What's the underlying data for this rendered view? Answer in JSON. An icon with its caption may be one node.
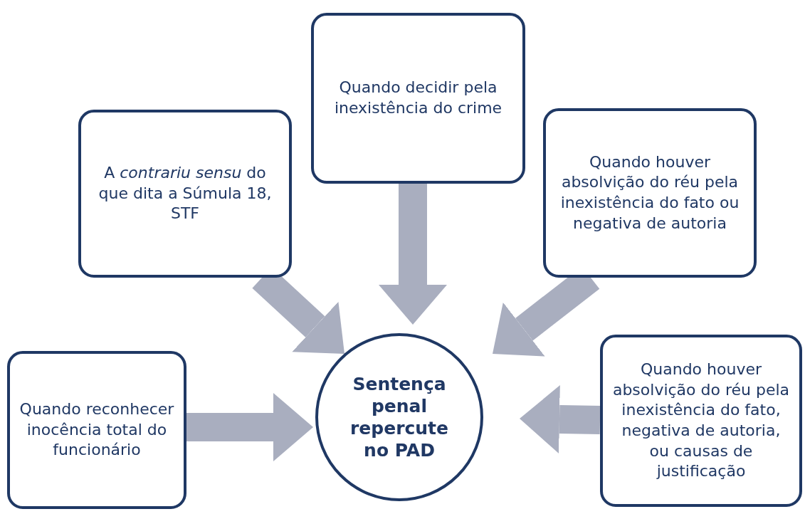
{
  "diagram": {
    "nodes": [
      {
        "text": [
          "Quando decidir pela inexistência do crime"
        ]
      },
      {
        "text": [
          "A *contrariu sensu* do que dita a Súmula 18, STF"
        ]
      },
      {
        "text": [
          "Quando houver absolvição do réu pela inexistência do fato ou negativa de autoria"
        ]
      },
      {
        "text": [
          "Quando reconhecer inocência total do funcionário"
        ]
      },
      {
        "text": [
          "Sentença penal repercute no PAD"
        ]
      },
      {
        "text": [
          "Quando houver absolvição do réu pela inexistência do fato, negativa de autoria, ou causas de justificação"
        ]
      }
    ],
    "edges": [
      {
        "from": 0,
        "to": 4,
        "arrow": "to"
      },
      {
        "from": 1,
        "to": 4,
        "arrow": "to"
      },
      {
        "from": 2,
        "to": 4,
        "arrow": "to"
      },
      {
        "from": 3,
        "to": 4,
        "arrow": "to"
      },
      {
        "from": 5,
        "to": 4,
        "arrow": "to"
      }
    ]
  }
}
